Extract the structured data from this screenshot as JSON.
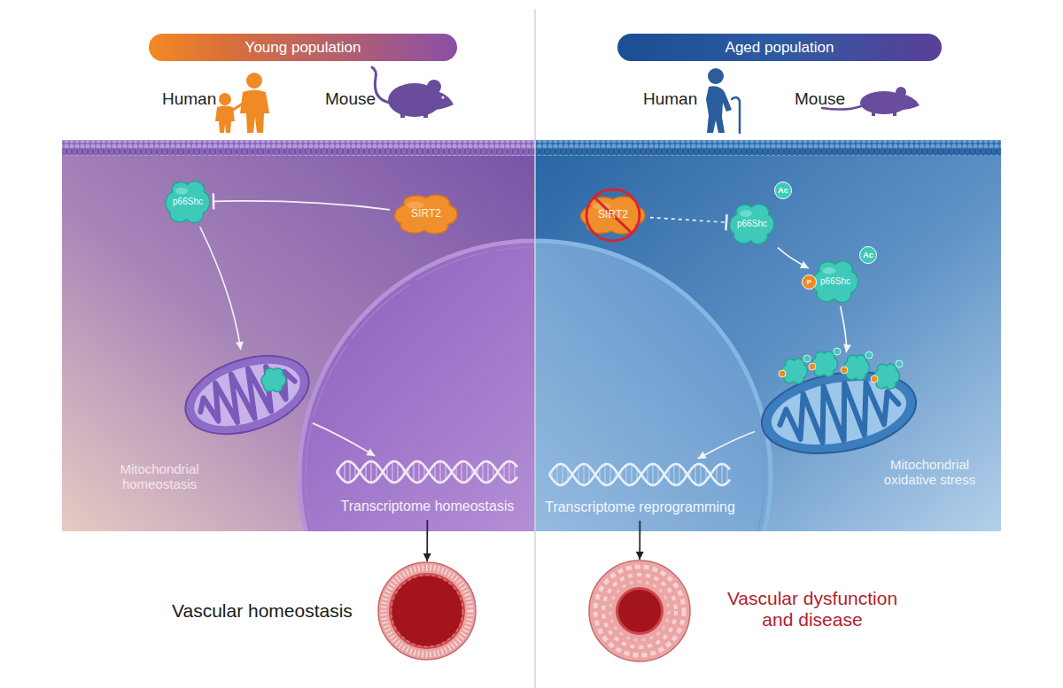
{
  "diagram": {
    "nodes": [
      {
        "text": [
          "Young population"
        ]
      },
      {
        "text": [
          "Aged population"
        ]
      },
      {
        "text": [
          "SIRT2"
        ]
      },
      {
        "text": [
          "p66Shc"
        ]
      },
      {
        "text": [
          "SIRT2"
        ]
      },
      {
        "text": [
          "p66Shc"
        ]
      },
      {
        "text": [
          "p66Shc"
        ]
      },
      {
        "text": [
          "Mitochondrial homeostasis"
        ]
      },
      {
        "text": [
          "Transcriptome homeostasis"
        ]
      },
      {
        "text": [
          "Transcriptome reprogramming"
        ]
      },
      {
        "text": [
          "Mitochondrial oxidative stress"
        ]
      },
      {
        "text": [
          "Vascular homeostasis"
        ]
      },
      {
        "text": [
          "Vascular dysfunction and disease"
        ]
      }
    ],
    "edges": [
      {
        "from": 2,
        "to": 3,
        "arrow": "to"
      },
      {
        "from": 3,
        "to": 7,
        "arrow": "to"
      },
      {
        "from": 7,
        "to": 8,
        "arrow": "to"
      },
      {
        "from": 8,
        "to": 11,
        "arrow": "to"
      },
      {
        "from": 4,
        "to": 5,
        "arrow": "to"
      },
      {
        "from": 5,
        "to": 6,
        "arrow": "to"
      },
      {
        "from": 6,
        "to": 10,
        "arrow": "to"
      },
      {
        "from": 10,
        "to": 9,
        "arrow": "to"
      },
      {
        "from": 9,
        "to": 12,
        "arrow": "to"
      }
    ],
    "labels": [
      "Human",
      "Mouse",
      "Human",
      "Mouse",
      "Ac",
      "Ac",
      "P"
    ]
  }
}
